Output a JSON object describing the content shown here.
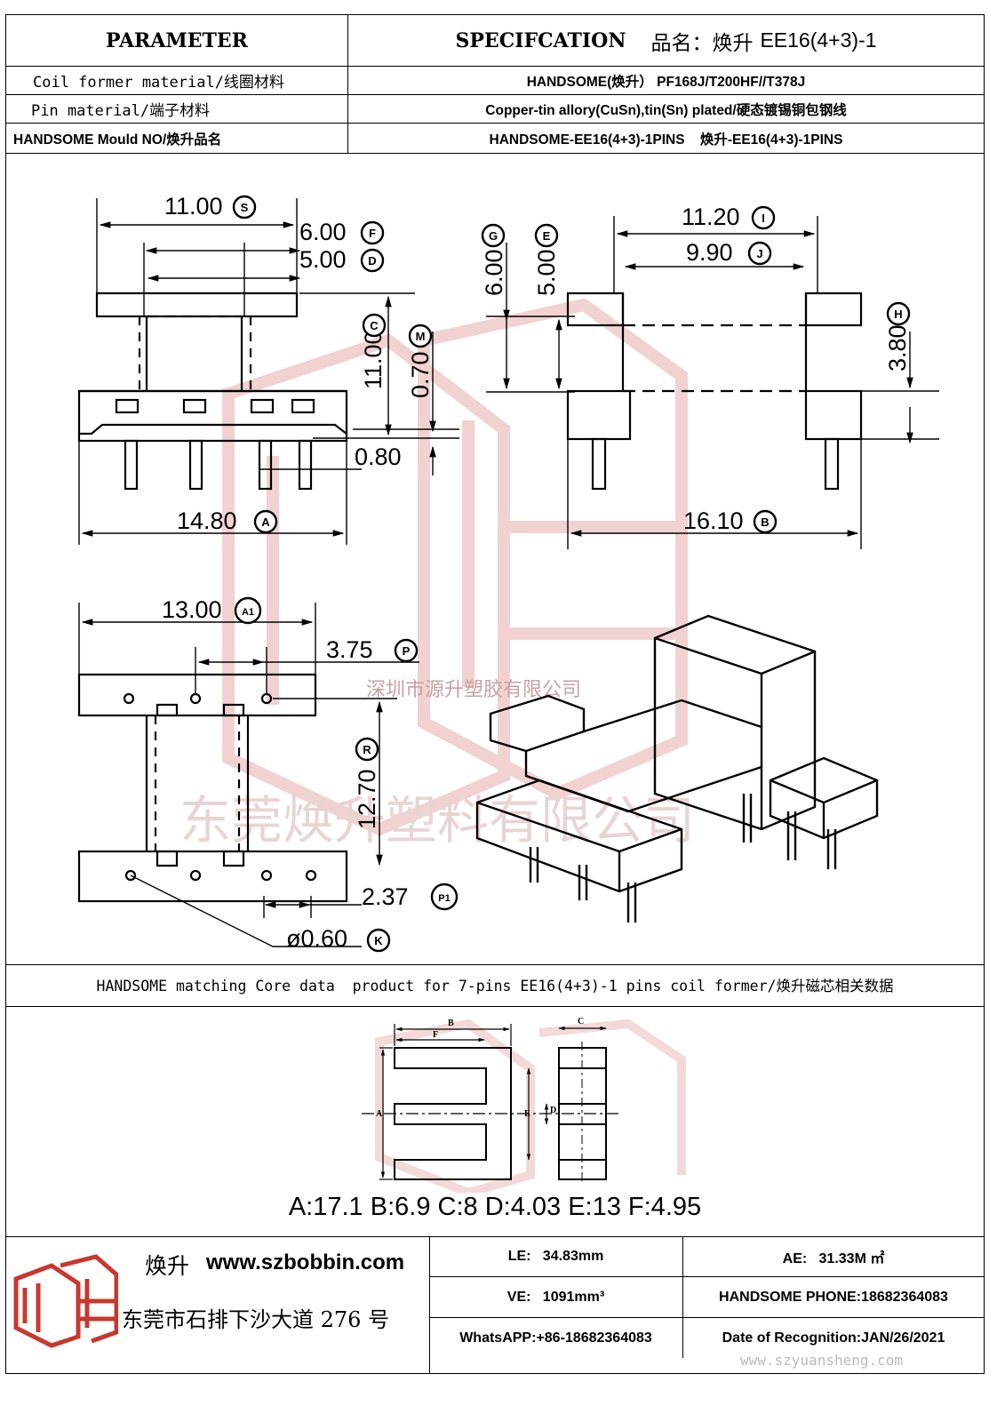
{
  "header": {
    "parameter": "PARAMETER",
    "specification": "SPECIFCATION",
    "product_label": "品名：",
    "product_brand": "焕升",
    "product_model": "EE16(4+3)-1"
  },
  "spec_rows": [
    {
      "label": "Coil former material/线圈材料",
      "value": "HANDSOME(焕升）  PF168J/T200HF//T378J"
    },
    {
      "label": "Pin material/端子材料",
      "value": "Copper-tin allory(CuSn),tin(Sn) plated/硬态镀锡铜包钢线"
    },
    {
      "label": "HANDSOME Mould NO/焕升品名",
      "value": "HANDSOME-EE16(4+3)-1PINS    焕升-EE16(4+3)-1PINS"
    }
  ],
  "dimensions": {
    "S": "11.00",
    "F": "6.00",
    "D": "5.00",
    "C": "11.00",
    "M": "0.70",
    "gap": "0.80",
    "A": "14.80",
    "I": "11.20",
    "J": "9.90",
    "G": "6.00",
    "E": "5.00",
    "H": "3.80",
    "B": "16.10",
    "A1": "13.00",
    "P": "3.75",
    "R": "12.70",
    "P1": "2.37",
    "K": "ø0.60"
  },
  "dim_badges": {
    "S": "S",
    "F": "F",
    "D": "D",
    "C": "C",
    "M": "M",
    "A": "A",
    "I": "I",
    "J": "J",
    "G": "G",
    "E": "E",
    "H": "H",
    "B": "B",
    "A1": "A1",
    "P": "P",
    "R": "R",
    "P1": "P1",
    "K": "K"
  },
  "watermarks": {
    "small": "深圳市源升塑胶有限公司",
    "large": "东莞焕升塑料有限公司"
  },
  "core": {
    "title": "HANDSOME matching Core data  product for 7-pins EE16(4+3)-1 pins coil former/焕升磁芯相关数据",
    "letters": {
      "A": "A",
      "B": "B",
      "C": "C",
      "D": "D",
      "E": "E",
      "F": "F"
    },
    "dims_text": "A:17.1 B:6.9 C:8 D:4.03 E:13 F:4.95"
  },
  "footer": {
    "brand": "焕升",
    "website": "www.szbobbin.com",
    "address": "东莞市石排下沙大道 276 号",
    "le": "LE:   34.83mm",
    "ae": "AE:   31.33M ㎡",
    "ve": "VE:   1091mm³",
    "phone": "HANDSOME PHONE:18682364083",
    "whatsapp": "WhatsAPP:+86-18682364083",
    "date": "Date of Recognition:JAN/26/2021",
    "watermark_url": "www.szyuansheng.com"
  },
  "colors": {
    "watermark": "#e8b4b4",
    "logo": "#c8382e"
  }
}
